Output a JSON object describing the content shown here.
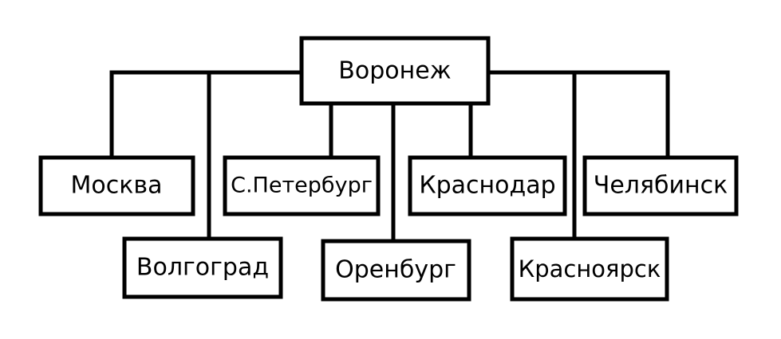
{
  "root": {
    "label": "Воронеж"
  },
  "children": [
    {
      "id": "moskva",
      "label": "Москва"
    },
    {
      "id": "volgograd",
      "label": "Волгоград"
    },
    {
      "id": "spb",
      "label": "С.Петербург"
    },
    {
      "id": "orenburg",
      "label": "Оренбург"
    },
    {
      "id": "krasnodar",
      "label": "Краснодар"
    },
    {
      "id": "krasnoyarsk",
      "label": "Красноярск"
    },
    {
      "id": "chelyabinsk",
      "label": "Челябинск"
    }
  ],
  "colors": {
    "line": "#000000",
    "fill": "#ffffff",
    "text": "#000000"
  }
}
